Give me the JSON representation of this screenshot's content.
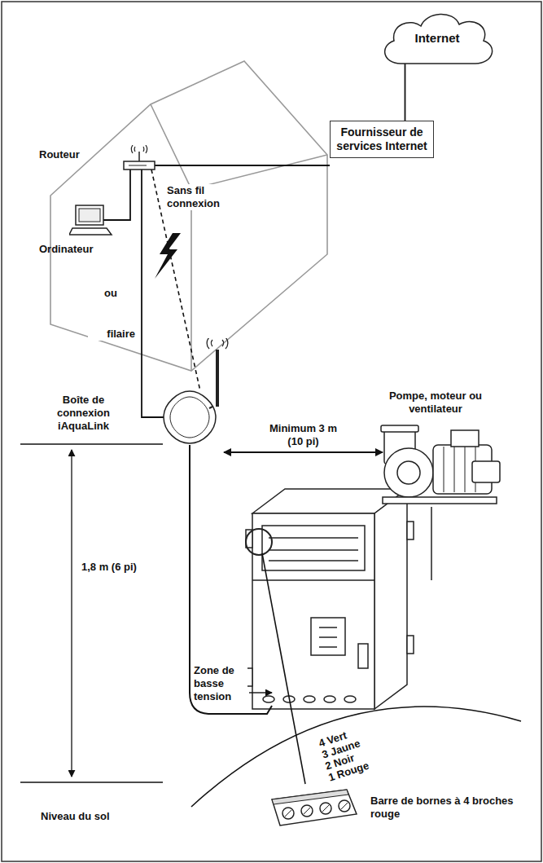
{
  "diagram": {
    "nodes": [
      {
        "text": [
          "Internet"
        ]
      },
      {
        "text": [
          "Fournisseur de services Internet"
        ]
      },
      {
        "text": [
          "Routeur"
        ]
      },
      {
        "text": [
          "Ordinateur"
        ]
      },
      {
        "text": [
          "Boîte de connexion iAquaLink"
        ]
      },
      {
        "text": [
          "Pompe, moteur ou ventilateur"
        ]
      },
      {
        "text": [
          "4 Vert",
          "3 Jaune",
          "2 Noir",
          "1 Rouge",
          "Barre de bornes à 4 broches rouge"
        ]
      }
    ],
    "edges": [
      {
        "from": 0,
        "to": 1,
        "arrow": "none"
      },
      {
        "from": 1,
        "to": 2,
        "arrow": "none"
      },
      {
        "from": 2,
        "to": 3,
        "arrow": "none"
      },
      {
        "from": 2,
        "to": 4,
        "label": "Sans fil connexion",
        "arrow": "none"
      },
      {
        "from": 2,
        "to": 4,
        "label": "filaire",
        "arrow": "none"
      },
      {
        "from": 4,
        "to": 5,
        "label": "Minimum 3 m (10 pi)",
        "arrow": "both"
      }
    ],
    "labels": [
      "ou",
      "1,8 m (6 pi)",
      "Niveau du sol",
      "Zone de basse tension"
    ]
  }
}
